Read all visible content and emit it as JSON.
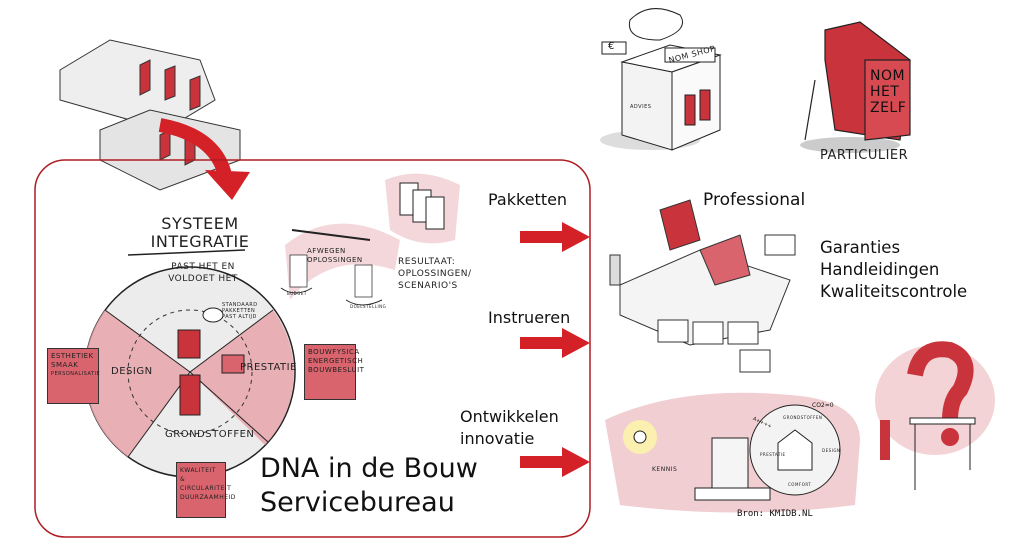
{
  "center": {
    "title_line1": "SYSTEEM",
    "title_line2": "INTEGRATIE",
    "subtitle_line1": "PAST HET EN",
    "subtitle_line2": "VOLDOET HET",
    "inner_note_line1": "STANDAARD",
    "inner_note_line2": "PAKKETTEN",
    "inner_note_line3": "PAST ALTIJD",
    "segments": [
      "DESIGN",
      "PRESTATIE",
      "GRONDSTOFFEN"
    ],
    "tags": {
      "design": [
        "ESTHETIEK",
        "SMAAK",
        "PERSONALISATIE"
      ],
      "prestatie": [
        "BOUWFYSICA",
        "ENERGETISCH",
        "BOUWBESLUIT"
      ],
      "grondstoffen": [
        "KWALITEIT &",
        "CIRCULARITEIT",
        "DUURZAAMHEID"
      ]
    },
    "scale_label_line1": "AFWEGEN",
    "scale_label_line2": "OPLOSSINGEN",
    "scale_left": "BUDGET",
    "scale_right": "DOELSTELLING",
    "result_line1": "RESULTAAT:",
    "result_line2": "OPLOSSINGEN/",
    "result_line3": "SCENARIO'S"
  },
  "title_line1": "DNA in de Bouw",
  "title_line2": "Servicebureau",
  "flows": [
    "Pakketten",
    "Instrueren",
    "Ontwikkelen",
    "innovatie"
  ],
  "top_right": {
    "shop_sign": "NOM SHOP",
    "shop_advice": "ADVIES",
    "euro_sign": "€",
    "house_line1": "NOM",
    "house_line2": "HET",
    "house_line3": "ZELF",
    "particulier": "PARTICULIER"
  },
  "professional": {
    "title": "Professional",
    "items": [
      "Garanties",
      "Handleidingen",
      "Kwaliteitscontrole"
    ]
  },
  "innovation": {
    "kennis": "KENNIS",
    "cycle": [
      "GRONDSTOFFEN",
      "DESIGN",
      "COMFORT",
      "PRESTATIE"
    ],
    "co2": "CO2=0",
    "energy_label": "A++++"
  },
  "source": "Bron: KMIDB.NL",
  "colors": {
    "accent": "#d42027",
    "wash": "#e8a5ab",
    "tag": "#d9646e"
  }
}
